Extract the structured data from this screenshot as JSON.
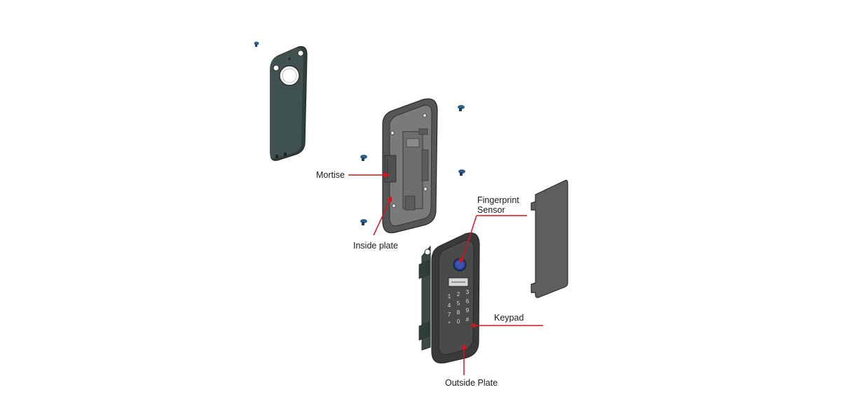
{
  "labels": {
    "mortise": "Mortise",
    "inside_plate": "Inside plate",
    "fingerprint_line1": "Fingerprint",
    "fingerprint_line2": "Sensor",
    "keypad": "Keypad",
    "outside_plate": "Outside Plate"
  },
  "keypad_keys": [
    "1",
    "2",
    "3",
    "4",
    "5",
    "6",
    "7",
    "8",
    "9",
    "*",
    "0",
    "#"
  ],
  "colors": {
    "leader_line": "#d4161c",
    "back_cover": "#3f524f",
    "housing": "#6b6b6b",
    "cover_panel": "#5e5e5e",
    "outside_plate": "#4a4a4a",
    "sensor": "#3d56b0",
    "screw": "#2f5f8f"
  }
}
